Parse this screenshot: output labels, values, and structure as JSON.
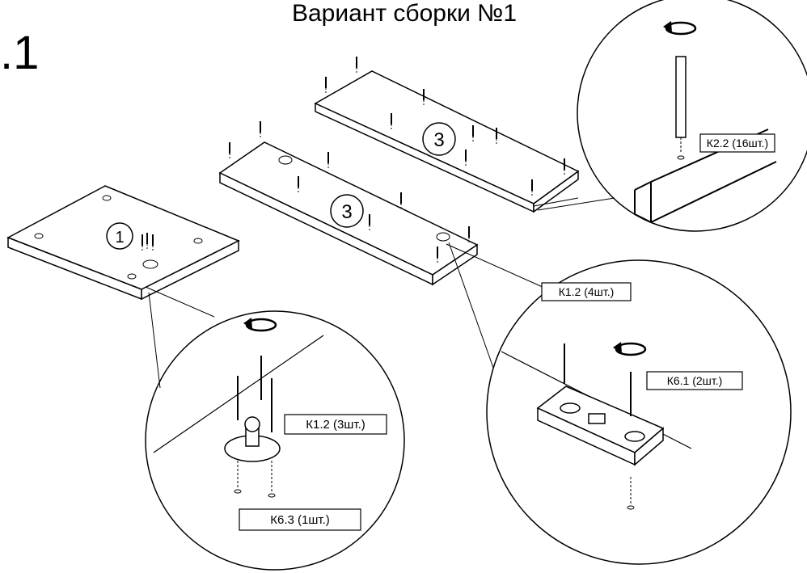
{
  "title": "Вариант сборки №1",
  "step_number": ".1",
  "part_numbers": {
    "top_panel": "3",
    "middle_panel": "3",
    "left_panel": "1"
  },
  "callouts": {
    "k22": "К2.2 (16шт.)",
    "k12_right": "К1.2 (4шт.)",
    "k61": "К6.1 (2шт.)",
    "k12_left": "К1.2 (3шт.)",
    "k63": "К6.3 (1шт.)"
  },
  "icons": [
    "screwdriver-rotation-icon"
  ]
}
